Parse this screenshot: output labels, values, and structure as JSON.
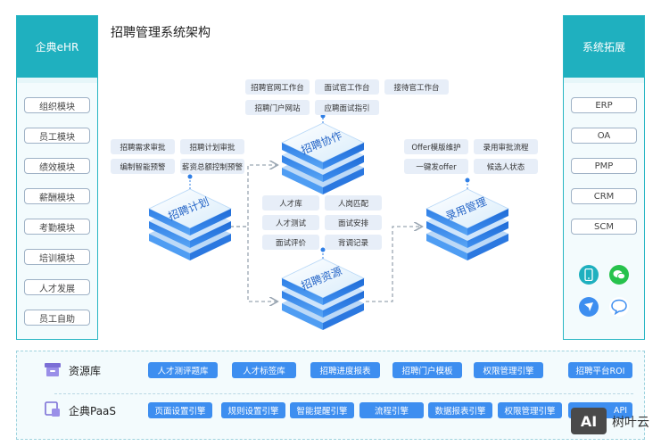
{
  "title": "招聘管理系统架构",
  "left_panel": {
    "header": "企典eHR",
    "items": [
      "组织模块",
      "员工模块",
      "绩效模块",
      "薪酬模块",
      "考勤模块",
      "培训模块",
      "人才发展",
      "员工自助"
    ]
  },
  "right_panel": {
    "header": "系统拓展",
    "items": [
      "ERP",
      "OA",
      "PMP",
      "CRM",
      "SCM"
    ],
    "icons": [
      "mobile-icon",
      "wechat-icon",
      "dingtalk-icon",
      "chat-bubble-icon"
    ]
  },
  "modules": {
    "plan": "招聘计划",
    "collab": "招聘协作",
    "resource": "招聘资源",
    "hire": "录用管理"
  },
  "plan_tags": [
    "招聘需求审批",
    "招聘计划审批",
    "编制智能预警",
    "薪资总额控制预警"
  ],
  "collab_tags": [
    "招聘官网工作台",
    "面试官工作台",
    "接待官工作台",
    "招聘门户网站",
    "应聘面试指引"
  ],
  "resource_tags": [
    "人才库",
    "人岗匹配",
    "人才测试",
    "面试安排",
    "面试评价",
    "背调记录"
  ],
  "hire_tags": [
    "Offer模版维护",
    "录用审批流程",
    "一键发offer",
    "候选人状态"
  ],
  "bottom": {
    "row1": {
      "label": "资源库",
      "buttons": [
        "人才测评题库",
        "人才标签库",
        "招聘进度报表",
        "招聘门户模板",
        "权限管理引擎",
        "招聘平台ROI"
      ]
    },
    "row2": {
      "label": "企典PaaS",
      "buttons": [
        "页面设置引擎",
        "规则设置引擎",
        "智能提醒引擎",
        "流程引擎",
        "数据报表引擎",
        "权限管理引擎",
        "API"
      ]
    }
  },
  "watermark": {
    "logo": "AI",
    "text": "树叶云"
  },
  "colors": {
    "teal": "#1fb0bf",
    "blue": "#3d8ef0",
    "tag_bg": "#e7eef8"
  }
}
